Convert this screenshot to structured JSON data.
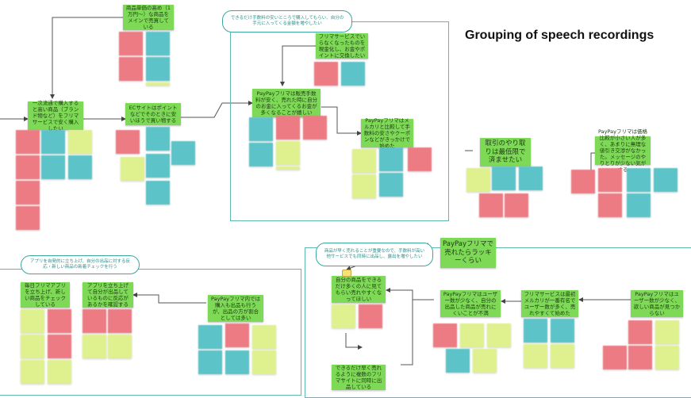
{
  "title": "Grouping of speech recordings",
  "labels": {
    "l1": "商品単価の高め（1万円〜）な商品をメインで売買している",
    "l2": "一次流通で購入すると高い商品（ブランド物など）をフリマサービスで安く購入したい",
    "l3": "ECサイトはポイントなどでそのときに安いほうで買い物する",
    "l4": "フリマサービスでいらなくなったものを現金化し、お金やポイントに交換したい",
    "l5": "PayPayフリマは販売手数料が安く、売れた時に自分のお金に入ってくるお金が多くなることが嬉しい",
    "l6": "PayPayフリマはメルカリと比較して手数料の安さやクーポンなどがきっかけで始めた",
    "l7": "取引のやり取りは最低限で済ませたい",
    "l8": "PayPayフリマは価格比較が小さい人が多く、あまりに無理な値引き交渉がなかった。メッセージのやりとりが少ない気がする",
    "l9": "毎日フリマアプリを立ち上げ、新しい商品をチェックしている",
    "l10": "アプリを立ち上げて自分が出品しているものに反応があるかを確認する",
    "l11": "PayPayフリマ内では購入も出品も行うが、出品の方が割合としては多い",
    "l12": "PayPayフリマで売れたらラッキーくらい",
    "l13": "自分の商品をできるだけ多くの人に見てもらい売れやすくなってほしい",
    "l14": "PayPayフリマはユーザー数が少なく、自分の出品した商品が売れにくいことが不満",
    "l15": "フリマサービスは最初メルカリが一番有名でユーザー数が多く、売れやすくて始めた",
    "l16": "PayPayフリマはユーザー数が少なく、欲しい商品が見つからない",
    "l17": "できるだけ早く売れるように複数のフリマサイトに同時に出品している"
  },
  "bubbles": {
    "b1": "できるだけ手数料の安いところで購入してもらい、自分の手元に入ってくる金額を増やしたい",
    "b2": "アプリを自発的に立ち上げ、自分の出品に対する反応・新しい商品の新着チェックを行う",
    "b3": "商品が早く売れることが重要なので、手数料が高い他サービスでも同時に出品し、露出を増やしたい"
  },
  "sticky_colors": {
    "red": "#ec7b84",
    "teal": "#5cc3c8",
    "yellow": "#dff08f",
    "label_green": "#7ed957",
    "frame": "#5fb8b0"
  }
}
